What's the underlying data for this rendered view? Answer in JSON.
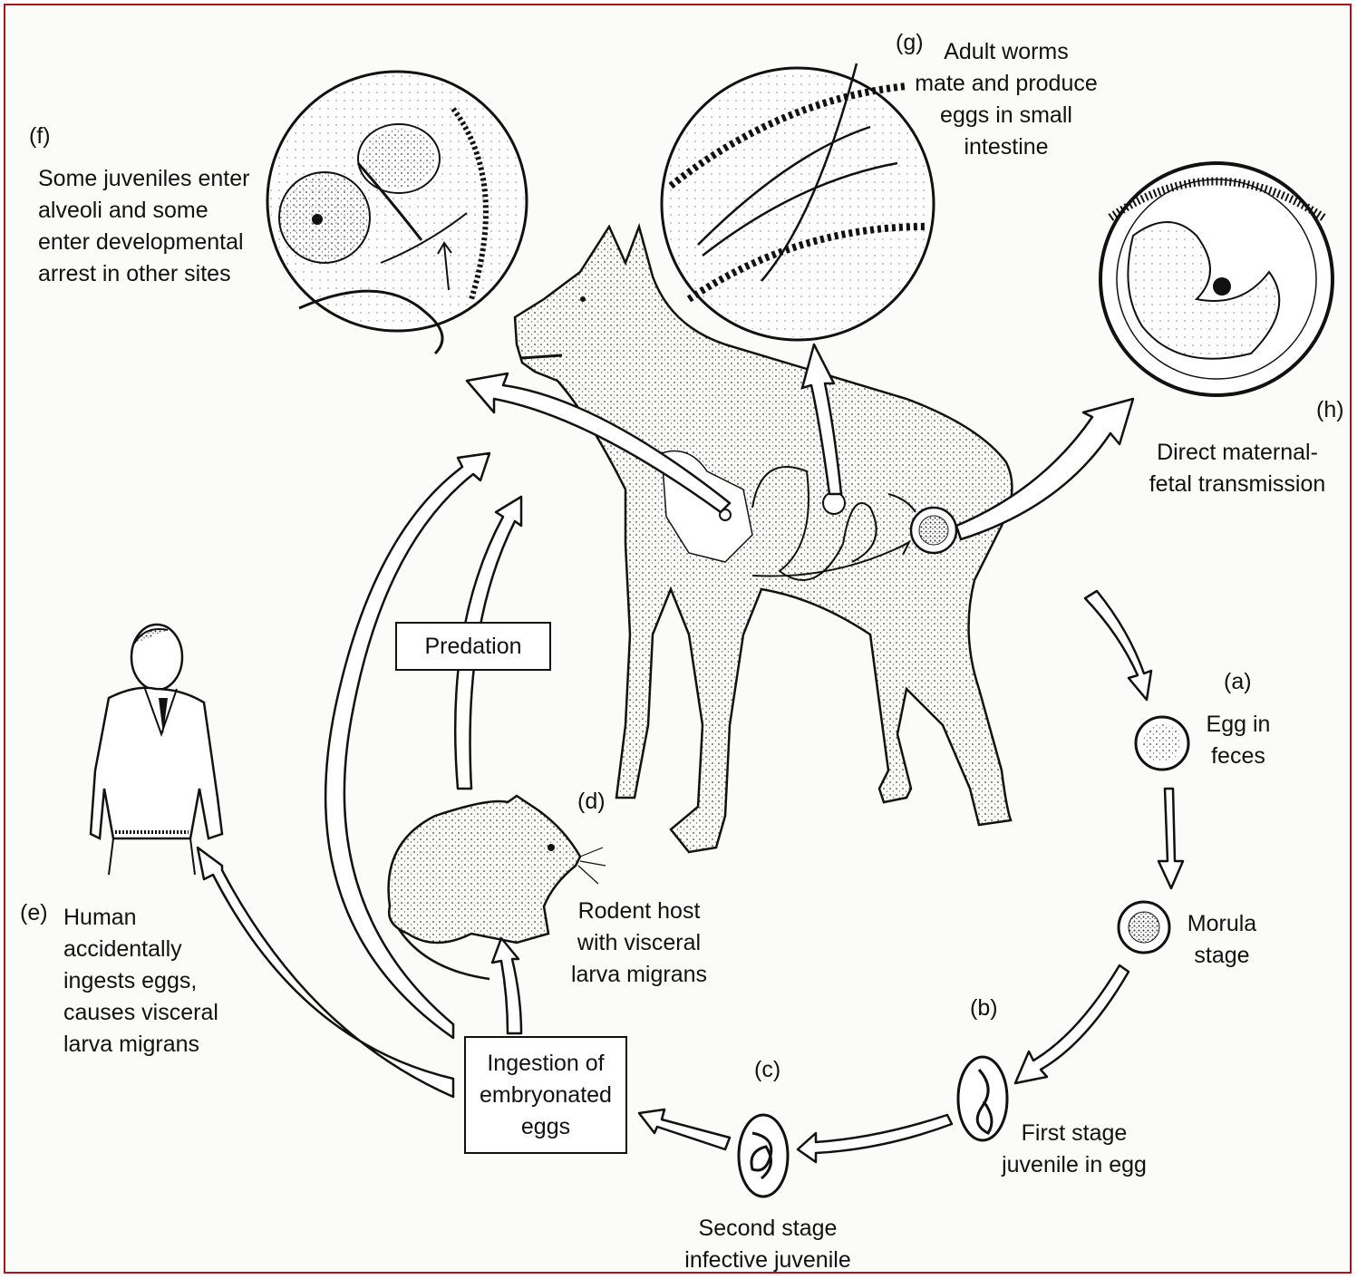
{
  "border_color": "#b3121a",
  "labels": {
    "f_letter": "(f)",
    "f_text": "Some juveniles enter\nalveoli and some\nenter developmental\narrest in other sites",
    "g_letter": "(g)",
    "g_text": "Adult worms\nmate and produce\neggs in small\nintestine",
    "h_letter": "(h)",
    "h_text": "Direct maternal-\nfetal transmission",
    "a_letter": "(a)",
    "a_text": "Egg in\nfeces",
    "morula_text": "Morula\nstage",
    "b_letter": "(b)",
    "b_text": "First stage\njuvenile in egg",
    "c_letter": "(c)",
    "c_text": "Second stage\ninfective juvenile",
    "d_letter": "(d)",
    "d_text": "Rodent host\nwith visceral\nlarva migrans",
    "e_letter": "(e)",
    "e_text": "Human\naccidentally\ningests eggs,\ncauses visceral\nlarva migrans"
  },
  "boxes": {
    "predation": "Predation",
    "ingestion": "Ingestion of\nembryonated\neggs"
  }
}
